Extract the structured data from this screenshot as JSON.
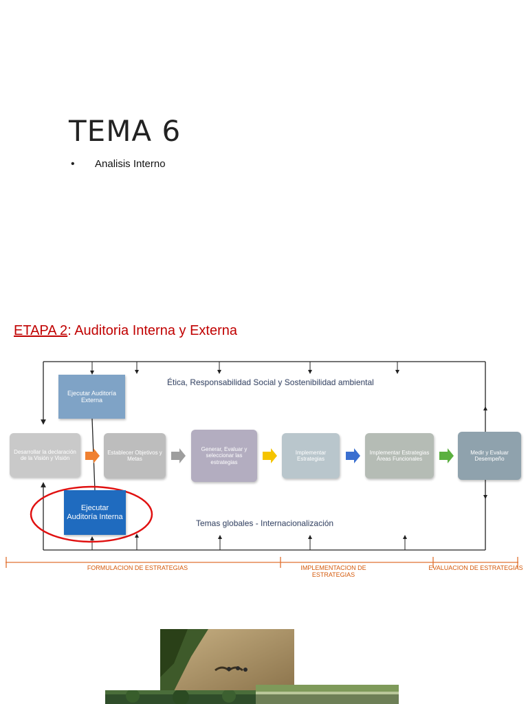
{
  "slide": {
    "title": "TEMA 6",
    "bullet": "•",
    "bullet_text": "Analisis Interno"
  },
  "etapa": {
    "prefix": "ETAPA 2",
    "rest": ": Auditoria Interna y Externa"
  },
  "diagram": {
    "top_label": "Ética, Responsabilidad Social y Sostenibilidad ambiental",
    "bottom_label": "Temas globales - Internacionalización",
    "external_audit": "Ejecutar Auditoría Externa",
    "internal_audit": "Ejecutar Auditoría Interna",
    "steps": [
      "Desarrollar la declaración de la Visión y Visión",
      "Establecer Objetivos y Metas",
      "Generar, Evaluar y seleccionar las estrategias",
      "Implementar Estrategias",
      "Implementar Estrategias Áreas Funcionales",
      "Medir y Evaluar Desempeño"
    ],
    "arrow_colors": [
      "#f08030",
      "#9e9e9e",
      "#f5c400",
      "#3a6fd0",
      "#5bb040"
    ],
    "phases": [
      "FORMULACION DE ESTRATEGIAS",
      "IMPLEMENTACION DE ESTRATEGIAS",
      "EVALUACION DE ESTRATEGIAS"
    ]
  }
}
